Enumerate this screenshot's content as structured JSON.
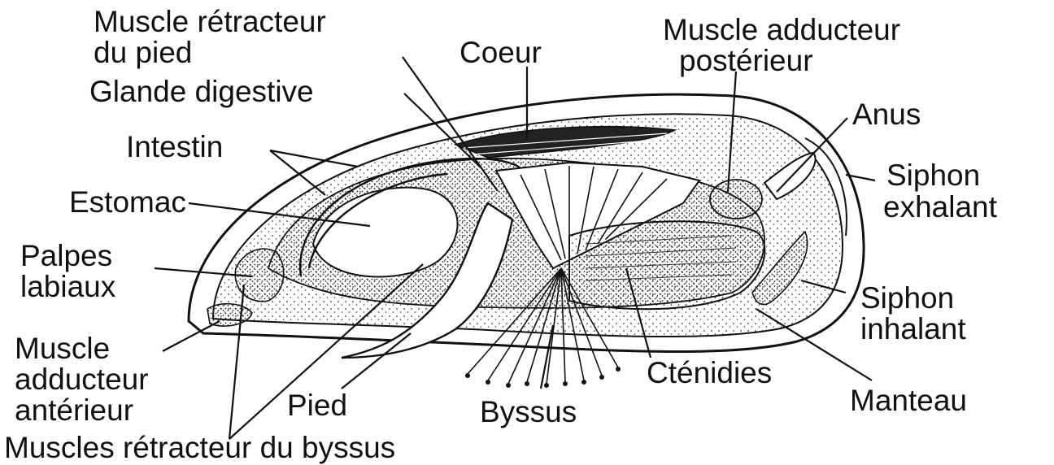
{
  "labels": {
    "muscle_retracteur_pied_1": "Muscle rétracteur",
    "muscle_retracteur_pied_2": "du pied",
    "glande_digestive": "Glande digestive",
    "coeur": "Coeur",
    "muscle_adducteur_post_1": "Muscle adducteur",
    "muscle_adducteur_post_2": "postérieur",
    "anus": "Anus",
    "intestin": "Intestin",
    "siphon_exhalant_1": "Siphon",
    "siphon_exhalant_2": "exhalant",
    "estomac": "Estomac",
    "palpes_1": "Palpes",
    "palpes_2": "labiaux",
    "siphon_inhalant_1": "Siphon",
    "siphon_inhalant_2": "inhalant",
    "muscle_adducteur_ant_1": "Muscle",
    "muscle_adducteur_ant_2": "adducteur",
    "muscle_adducteur_ant_3": "antérieur",
    "ctenidies": "Cténidies",
    "pied": "Pied",
    "manteau": "Manteau",
    "byssus": "Byssus",
    "muscles_retracteur_byssus": "Muscles rétracteur du byssus"
  },
  "colors": {
    "ink": "#111111",
    "shade": "#555555",
    "background": "#ffffff"
  }
}
